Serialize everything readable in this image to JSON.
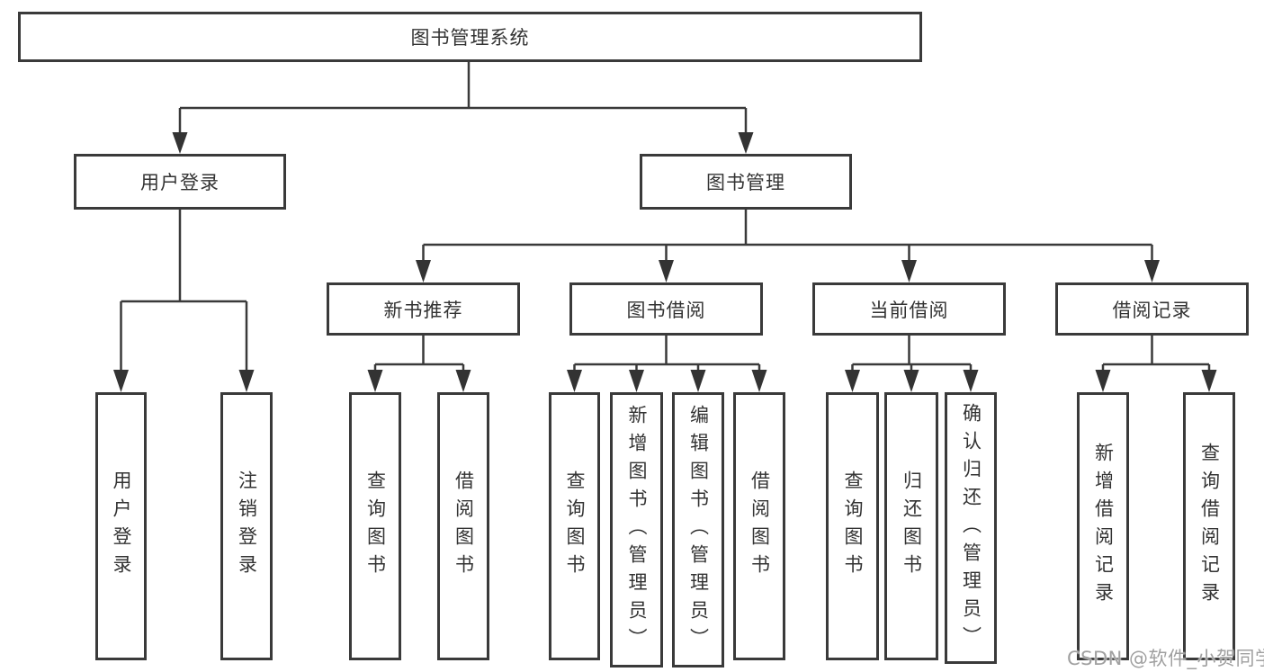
{
  "colors": {
    "line": "#3a3a3a",
    "box_border": "#3a3a3a",
    "text": "#333333",
    "watermark": "#a0a0a0",
    "background": "#ffffff"
  },
  "nodes": {
    "root": "图书管理系统",
    "user_login": "用户登录",
    "book_management": "图书管理",
    "new_book_recommend": "新书推荐",
    "book_borrow": "图书借阅",
    "current_borrow": "当前借阅",
    "borrow_record": "借阅记录",
    "leaf_user_login": "用户登录",
    "leaf_logout": "注销登录",
    "leaf_query_book_recommend": "查询图书",
    "leaf_borrow_book_recommend": "借阅图书",
    "leaf_query_book_borrow": "查询图书",
    "leaf_add_book_admin": "新增图书（管理员）",
    "leaf_edit_book_admin": "编辑图书（管理员）",
    "leaf_borrow_book_borrow": "借阅图书",
    "leaf_query_book_current": "查询图书",
    "leaf_return_book": "归还图书",
    "leaf_confirm_return_admin": "确认归还（管理员）",
    "leaf_add_borrow_record": "新增借阅记录",
    "leaf_query_borrow_record": "查询借阅记录"
  },
  "watermark": "CSDN @软件_小贺同学"
}
